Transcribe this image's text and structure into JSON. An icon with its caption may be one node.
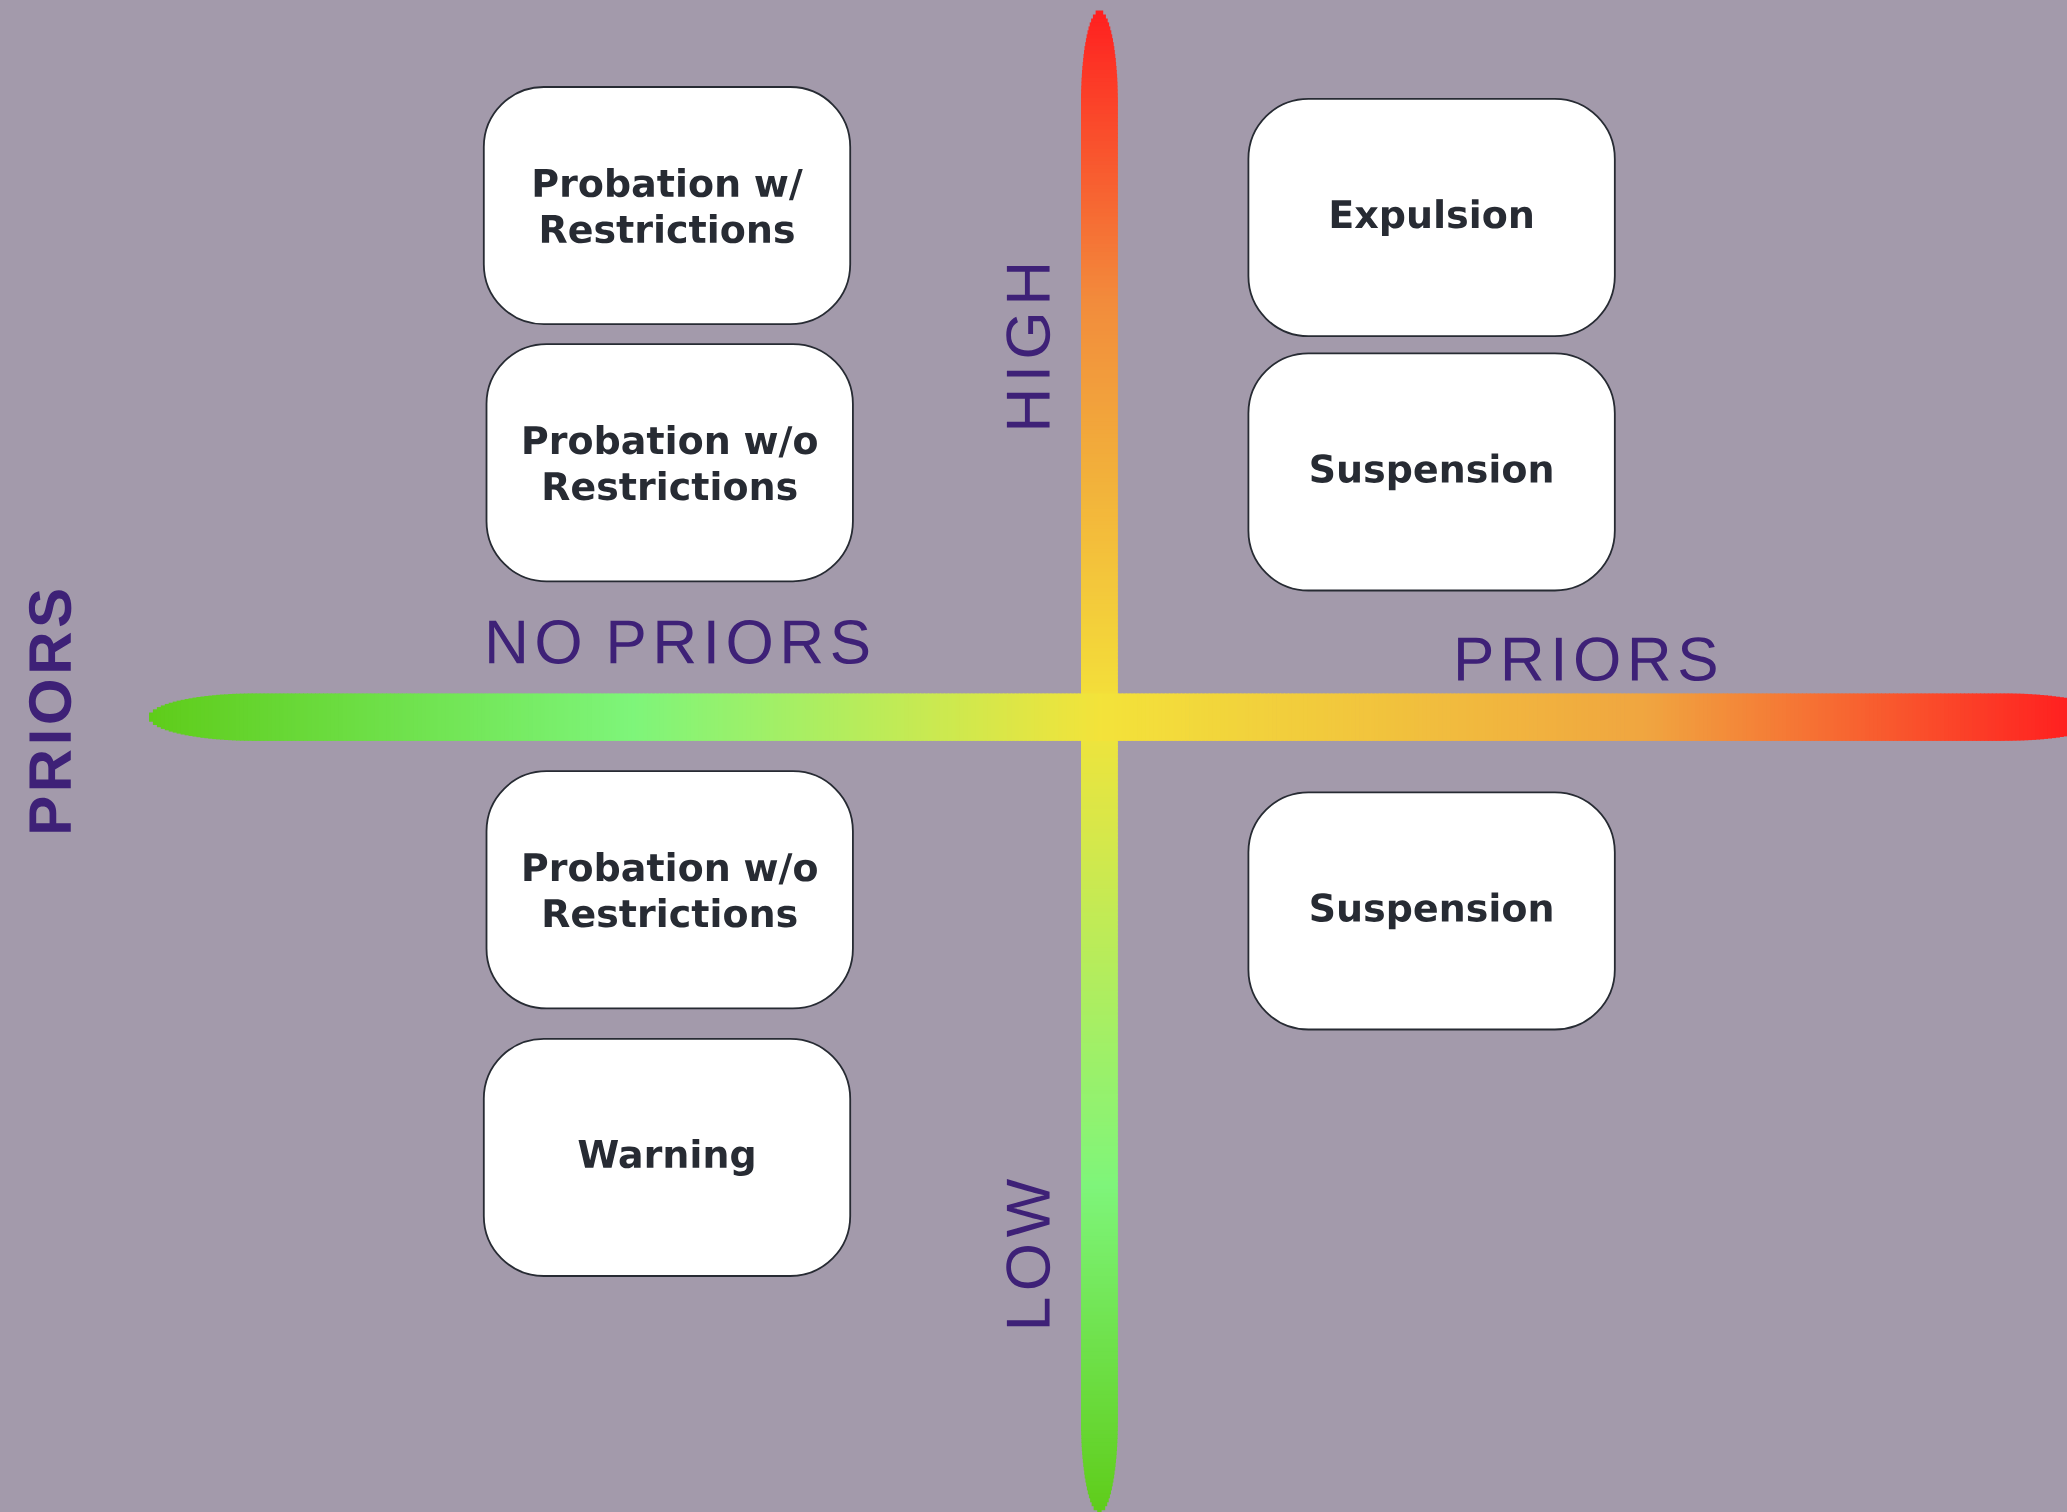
{
  "diagram": {
    "nodes": [
      {
        "text": [
          "Probation w/ Restrictions"
        ]
      },
      {
        "text": [
          "Probation w/o Restrictions"
        ]
      },
      {
        "text": [
          "Expulsion"
        ]
      },
      {
        "text": [
          "Suspension"
        ]
      },
      {
        "text": [
          "Probation w/o Restrictions"
        ]
      },
      {
        "text": [
          "Warning"
        ]
      },
      {
        "text": [
          "Suspension"
        ]
      }
    ],
    "labels": [
      "HIGH",
      "NO PRIORS",
      "PRIORS",
      "PRIORS",
      "LOW"
    ]
  }
}
